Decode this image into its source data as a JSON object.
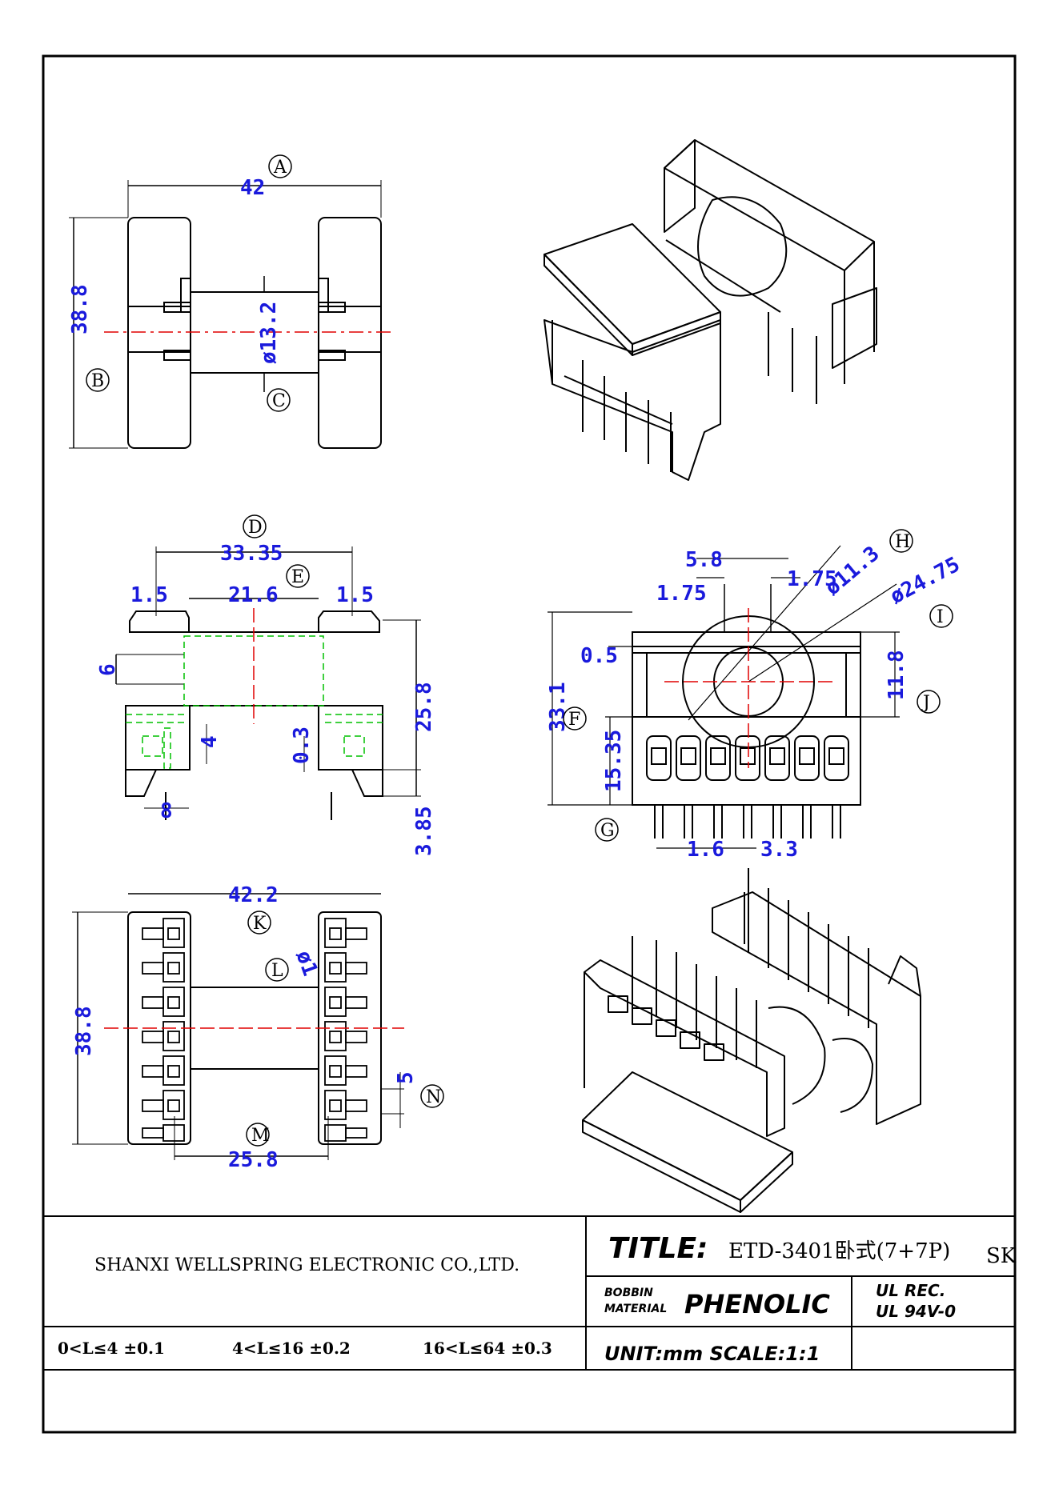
{
  "views": {
    "top": {
      "dims": {
        "A": "42",
        "B": "38.8",
        "C": "ø13.2"
      },
      "labels": {
        "A": "A",
        "B": "B",
        "C": "C"
      }
    },
    "front": {
      "dims": {
        "D": "33.35",
        "E": "21.6",
        "left": "1.5",
        "right": "1.5",
        "h6": "6",
        "h4": "4",
        "h03": "0.3",
        "h8": "8",
        "h258": "25.8",
        "h385": "3.85"
      },
      "labels": {
        "D": "D",
        "E": "E"
      }
    },
    "side": {
      "dims": {
        "d58": "5.8",
        "d175a": "1.75",
        "d175b": "1.75",
        "d113": "ø11.3",
        "d2475": "ø24.75",
        "d05": "0.5",
        "d118": "11.8",
        "d331": "33.1",
        "d1535": "15.35",
        "d16": "1.6",
        "d33": "3.3"
      },
      "labels": {
        "F": "F",
        "G": "G",
        "H": "H",
        "I": "I",
        "J": "J"
      }
    },
    "bottom": {
      "dims": {
        "K": "42.2",
        "height": "38.8",
        "pin": "ø1",
        "pitch": "5",
        "M": "25.8"
      },
      "labels": {
        "K": "K",
        "L": "L",
        "M": "M",
        "N": "N"
      }
    }
  },
  "title_block": {
    "company": "SHANXI WELLSPRING ELECTRONIC CO.,LTD.",
    "title_label": "TITLE:",
    "title_value": "ETD-3401卧式(7+7P)",
    "title_suffix": "SK",
    "material_label_1": "BOBBIN",
    "material_label_2": "MATERIAL",
    "material_value": "PHENOLIC",
    "ul_rec": "UL REC.",
    "ul_rating": "UL 94V-0",
    "tol_1": "0<L≤4  ±0.1",
    "tol_2": "4<L≤16  ±0.2",
    "tol_3": "16<L≤64  ±0.3",
    "unit_scale": "UNIT:mm SCALE:1:1"
  },
  "colors": {
    "dimension": "#1a1adc",
    "centerline": "#e00000",
    "hidden": "#00c000",
    "outline": "#000000"
  }
}
